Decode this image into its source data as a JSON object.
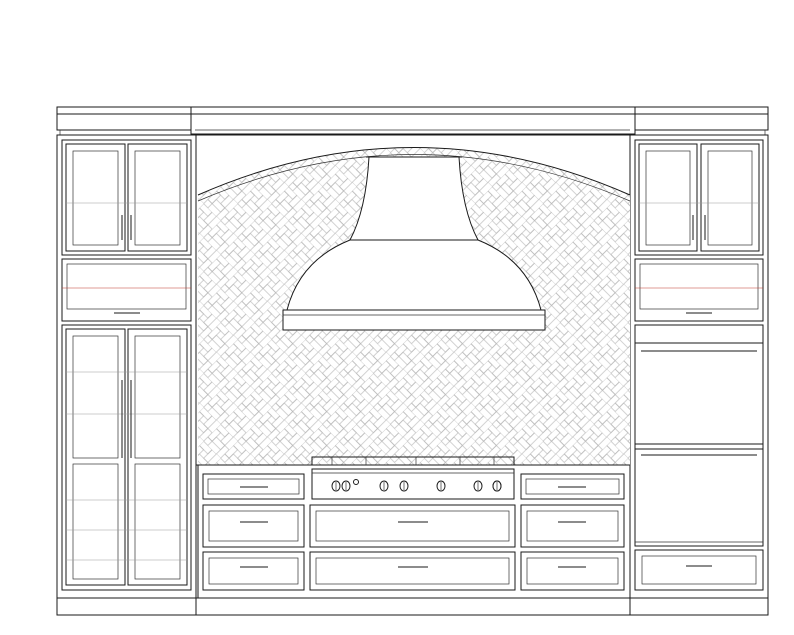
{
  "drawing": {
    "type": "kitchen-elevation",
    "colors": {
      "line": "#1a1a1a",
      "hatch": "#b5b5b5",
      "accent": "#c0392b",
      "background": "#ffffff"
    },
    "backsplash_pattern": "herringbone",
    "range_knob_count": 8,
    "elements": [
      "crown-molding",
      "left-tall-cabinet",
      "right-tall-cabinet",
      "arched-opening",
      "range-hood",
      "cooktop",
      "base-drawers",
      "double-wall-oven"
    ]
  }
}
